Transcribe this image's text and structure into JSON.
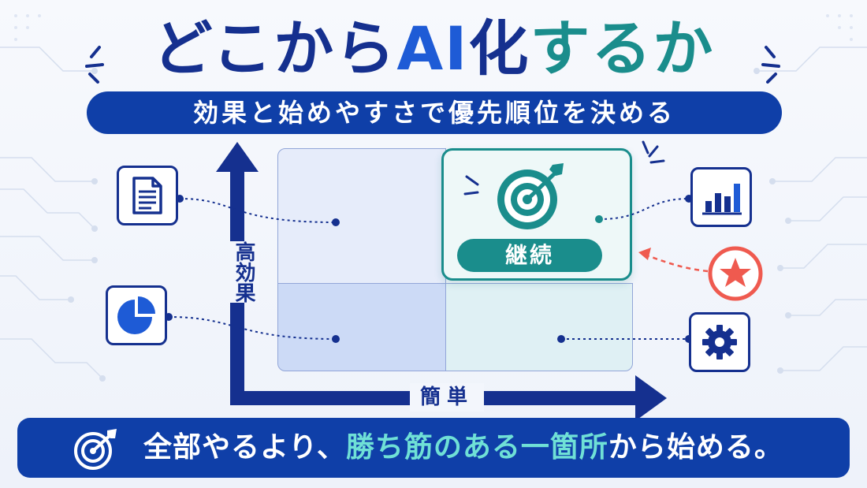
{
  "title": {
    "part1": "どこから",
    "part2": "AI",
    "part3": "化",
    "part4": "するか"
  },
  "subtitle": "効果と始めやすさで優先順位を決める",
  "quadrant_label": "継続",
  "axis": {
    "y_label": "高効果",
    "x_label": "簡単"
  },
  "bottom": {
    "text_before": "全部やるより、",
    "text_highlight": "勝ち筋のある一箇所",
    "text_after": "から始める。"
  },
  "icons": {
    "left_top": "document-icon",
    "left_bottom": "pie-chart-icon",
    "right_top": "bar-chart-icon",
    "right_middle": "star-badge-icon",
    "right_bottom": "gear-icon",
    "center": "target-icon"
  },
  "colors": {
    "navy": "#15308f",
    "royal_blue": "#0f3fa8",
    "bright_blue": "#1e5bd6",
    "teal": "#1a8d8c",
    "coral": "#ef5a4f",
    "highlight_text": "#6fe0d6"
  }
}
